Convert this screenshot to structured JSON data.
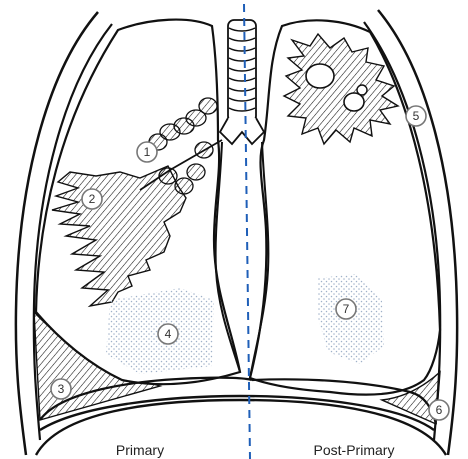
{
  "labels": {
    "left": "Primary",
    "right": "Post-Primary"
  },
  "markers": [
    {
      "id": "1",
      "text": "1"
    },
    {
      "id": "2",
      "text": "2"
    },
    {
      "id": "3",
      "text": "3"
    },
    {
      "id": "4",
      "text": "4"
    },
    {
      "id": "5",
      "text": "5"
    },
    {
      "id": "6",
      "text": "6"
    },
    {
      "id": "7",
      "text": "7"
    }
  ],
  "colors": {
    "line": "#111111",
    "divider": "#1f5fb8",
    "dots": "#9fb1c8",
    "marker_stroke": "#777777",
    "background": "#ffffff"
  }
}
